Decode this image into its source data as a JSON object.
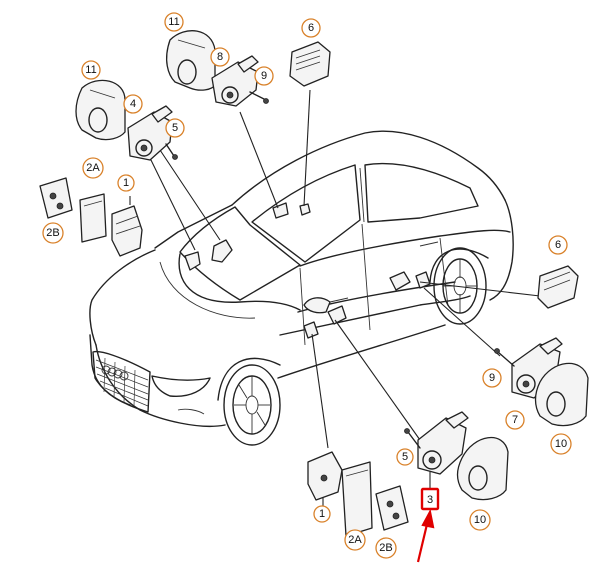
{
  "callouts": [
    {
      "id": "c1a",
      "label": "11"
    },
    {
      "id": "c1b",
      "label": "11"
    },
    {
      "id": "c2",
      "label": "6"
    },
    {
      "id": "c3",
      "label": "8"
    },
    {
      "id": "c4",
      "label": "9"
    },
    {
      "id": "c5",
      "label": "4"
    },
    {
      "id": "c6",
      "label": "5"
    },
    {
      "id": "c7",
      "label": "2A"
    },
    {
      "id": "c8",
      "label": "1"
    },
    {
      "id": "c9",
      "label": "2B"
    },
    {
      "id": "c10",
      "label": "6"
    },
    {
      "id": "c11",
      "label": "9"
    },
    {
      "id": "c12",
      "label": "7"
    },
    {
      "id": "c13",
      "label": "10"
    },
    {
      "id": "c14",
      "label": "5"
    },
    {
      "id": "c15",
      "label": "10"
    },
    {
      "id": "c16",
      "label": "1"
    },
    {
      "id": "c17",
      "label": "2A"
    },
    {
      "id": "c18",
      "label": "2B"
    }
  ],
  "highlight": {
    "label": "3",
    "color": "#e00000"
  },
  "colors": {
    "callout_ring": "#d9822b",
    "line": "#222222",
    "highlight": "#e00000"
  }
}
